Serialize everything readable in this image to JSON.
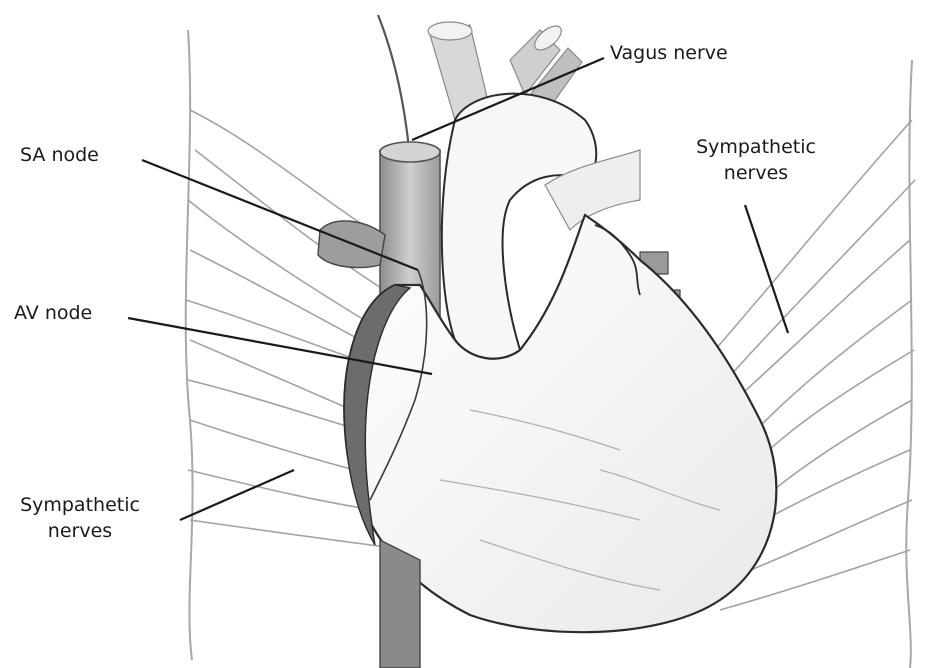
{
  "labels": {
    "vagus_nerve": "Vagus nerve",
    "sa_node": "SA node",
    "av_node": "AV node",
    "sympathetic_right_line1": "Sympathetic",
    "sympathetic_right_line2": "nerves",
    "sympathetic_left_line1": "Sympathetic",
    "sympathetic_left_line2": "nerves"
  },
  "colors": {
    "line": "#1a1a1a",
    "nerve": "#9a9a9a",
    "outline": "#2b2b2b",
    "heart_fill": "#f4f4f4",
    "vessel_fill": "#bdbdbd",
    "vessel_dark": "#7a7a7a"
  }
}
